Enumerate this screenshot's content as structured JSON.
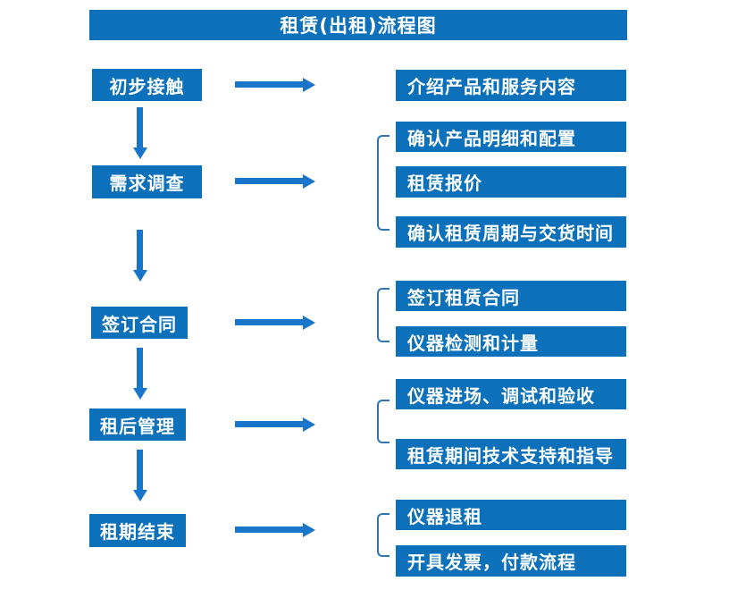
{
  "title": "租赁(出租)流程图",
  "colors": {
    "box_blue": "#0C70BA",
    "arrow_blue": "#1875CA",
    "bracket_blue": "#2E75B6",
    "text": "#FFFFFF",
    "background": "#FFFFFF"
  },
  "steps": [
    {
      "label": "初步接触",
      "details": [
        "介绍产品和服务内容"
      ]
    },
    {
      "label": "需求调查",
      "details": [
        "确认产品明细和配置",
        "租赁报价",
        "确认租赁周期与交货时间"
      ]
    },
    {
      "label": "签订合同",
      "details": [
        "签订租赁合同",
        "仪器检测和计量"
      ]
    },
    {
      "label": "租后管理",
      "details": [
        "仪器进场、调试和验收",
        "租赁期间技术支持和指导"
      ]
    },
    {
      "label": "租期结束",
      "details": [
        "仪器退租",
        "开具发票，付款流程"
      ]
    }
  ]
}
